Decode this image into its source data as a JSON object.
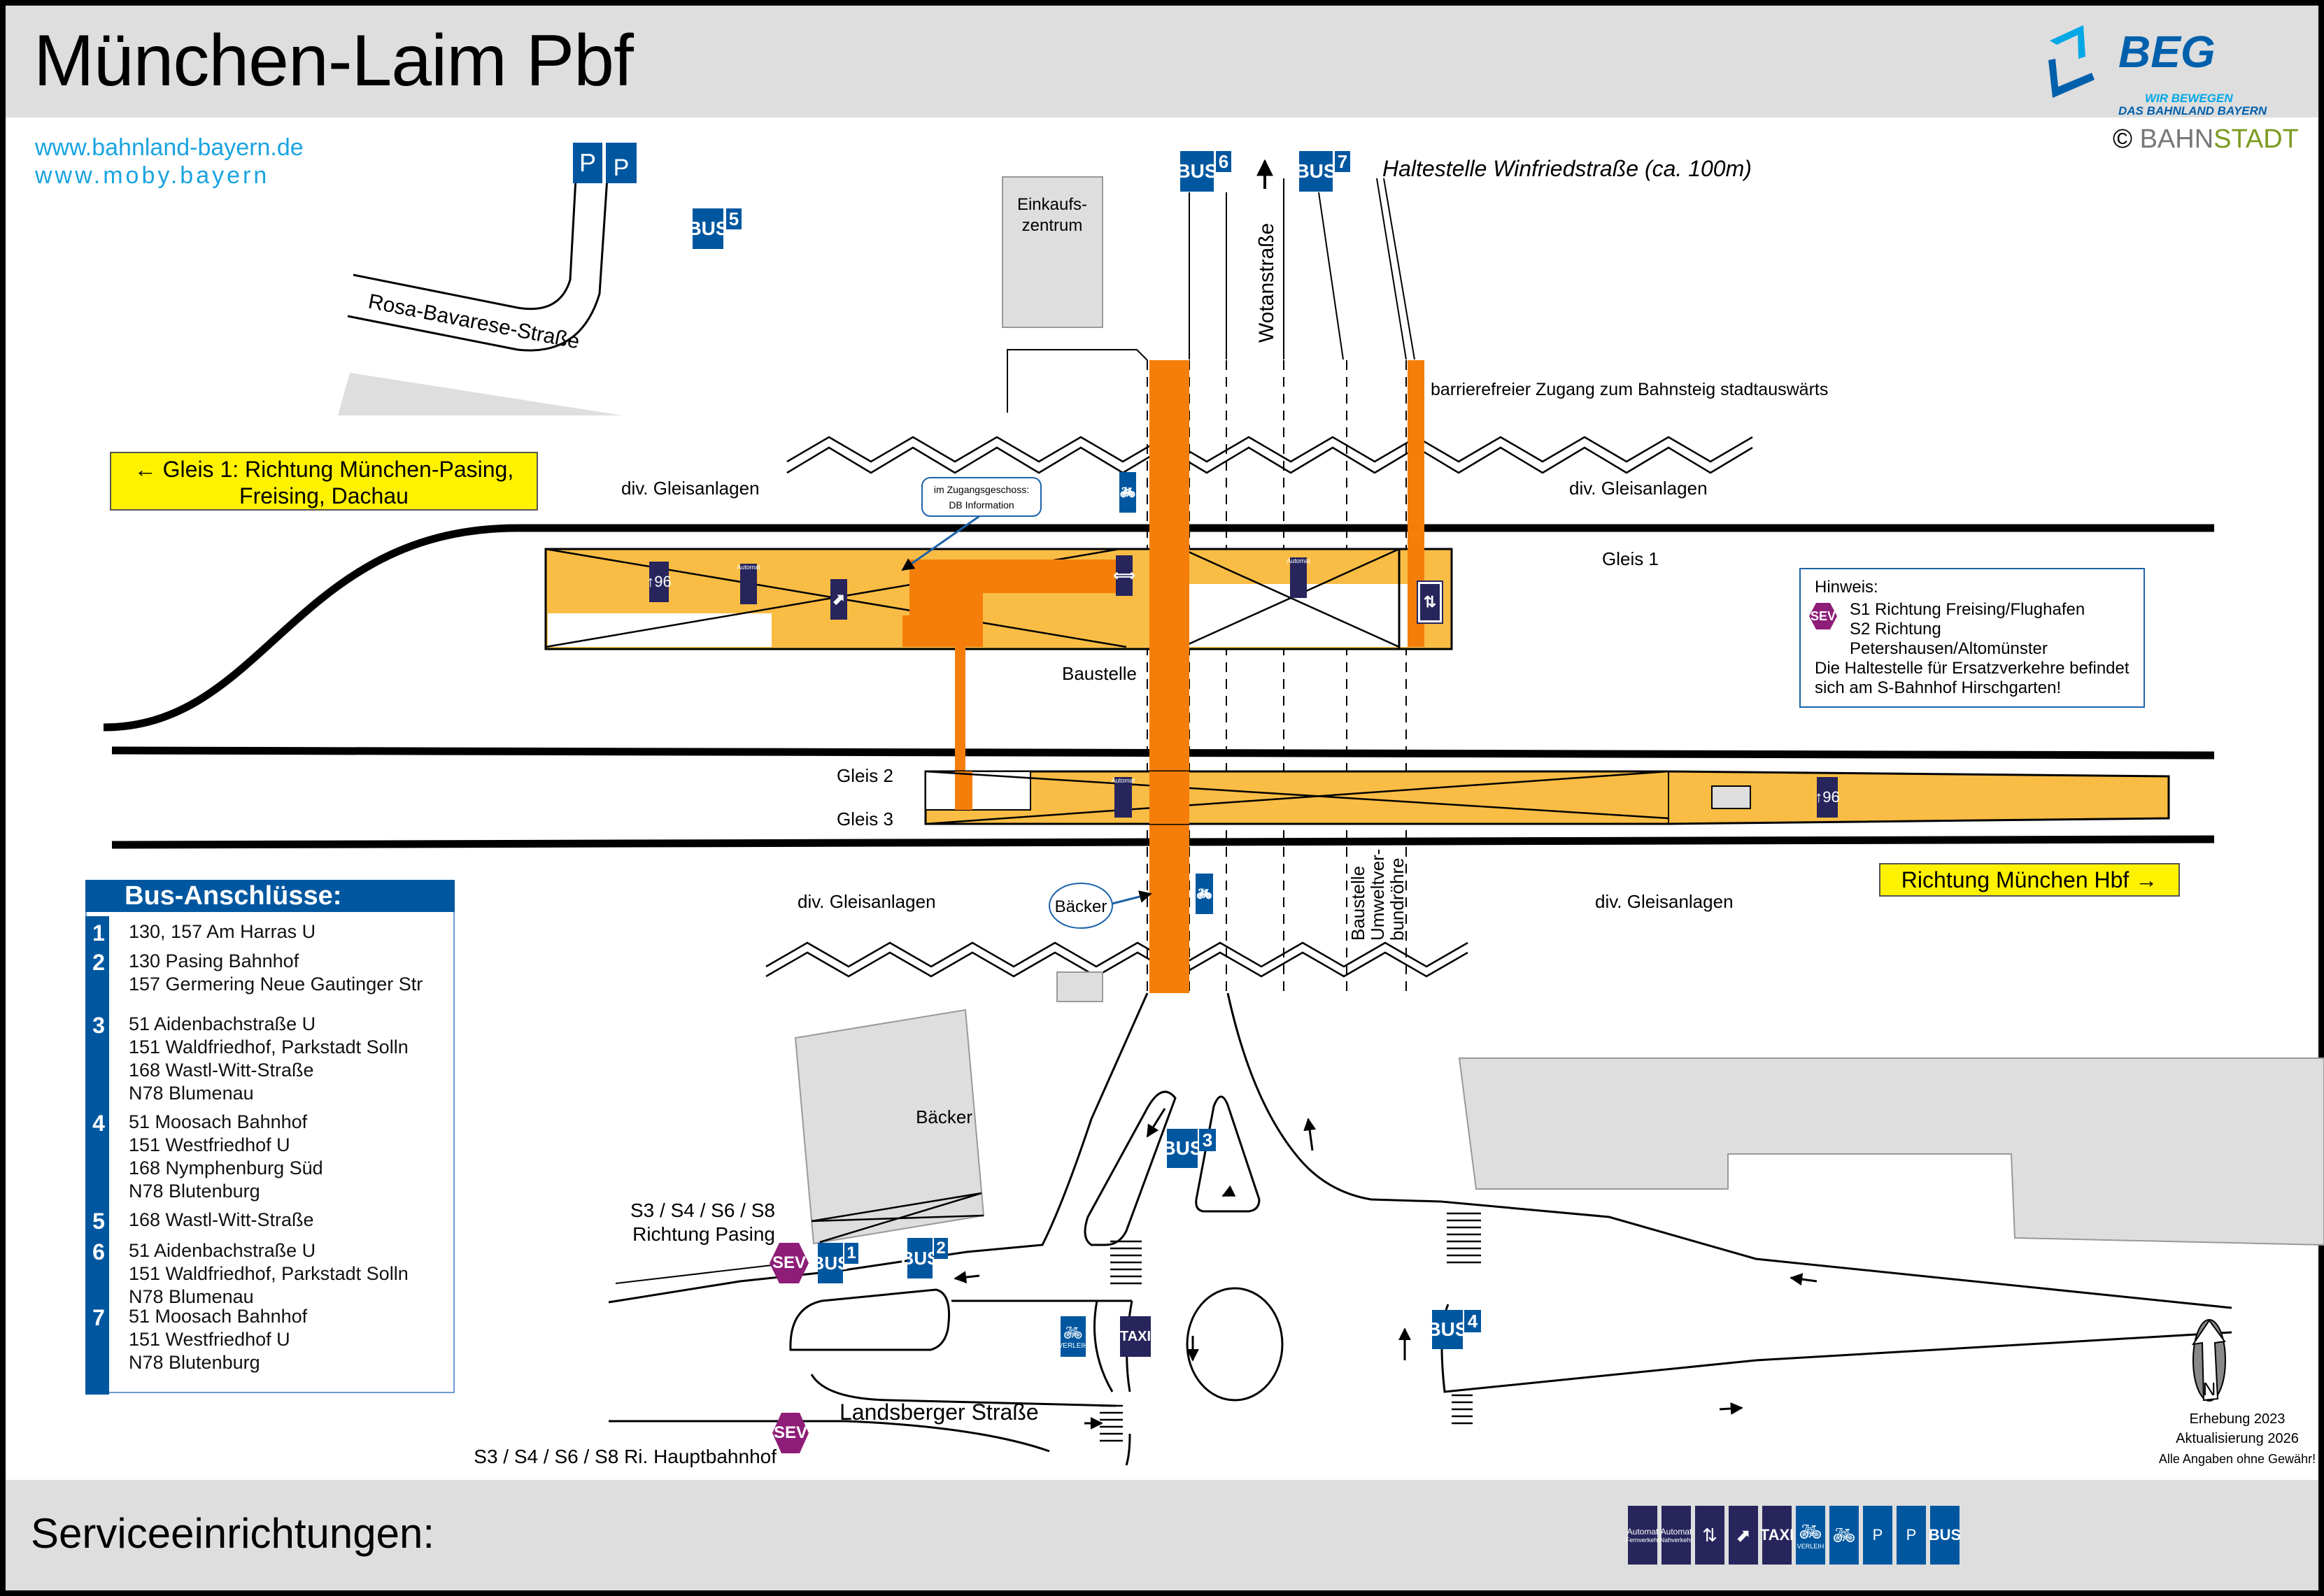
{
  "header": {
    "title": "München-Laim Pbf",
    "links": [
      "www.bahnland-bayern.de",
      "www.moby.bayern"
    ],
    "logo": {
      "name": "BEG",
      "slogan_line1": "WIR BEWEGEN",
      "slogan_line2": "DAS BAHNLAND BAYERN",
      "color_light": "#00a8e6",
      "color_dark": "#0060ac"
    },
    "copyright": {
      "symbol": "©",
      "part1": "BAHN",
      "part2": "STADT",
      "color_part1": "#777777",
      "color_part2": "#7a9b1f"
    }
  },
  "colors": {
    "platform": "#f9bd45",
    "access_path": "#f57e0a",
    "sign_blue": "#0057a0",
    "sign_navy": "#27255c",
    "sev_purple": "#8e1d78",
    "direction_yellow": "#fff200",
    "building_gray": "#dedede"
  },
  "map": {
    "streets": {
      "rosa_bavarese": "Rosa-Bavarese-Straße",
      "wotanstrasse": "Wotanstraße",
      "landsberger": "Landsberger Straße"
    },
    "winfriedstrasse_stop": "Haltestelle Winfriedstraße (ca. 100m)",
    "einkaufszentrum": [
      "Einkaufs-",
      "zentrum"
    ],
    "barrier_free_access": "barrierefreier Zugang zum Bahnsteig stadtauswärts",
    "div_gleisanlagen": "div. Gleisanlagen",
    "gleis1": "Gleis 1",
    "gleis2": "Gleis 2",
    "gleis3": "Gleis 3",
    "baustelle": "Baustelle",
    "baustelle_umweltverbund": [
      "Baustelle",
      "Umweltver-",
      "bundröhre"
    ],
    "db_info_callout": [
      "im Zugangsgeschoss:",
      "DB Information"
    ],
    "baecker_callout": "Bäcker",
    "baecker_building": "Bäcker",
    "direction_west": {
      "arrow": "←",
      "line1": "Gleis 1: Richtung München-Pasing,",
      "line2": "Freising, Dachau"
    },
    "direction_east": {
      "text": "Richtung München Hbf",
      "arrow": "→"
    },
    "sev_pasing": [
      "S3 / S4 / S6 / S8",
      "Richtung Pasing"
    ],
    "sev_hbf": "S3 / S4 / S6 / S8 Ri. Hauptbahnhof",
    "platform_height_label": "96",
    "automat_label": "Automat",
    "sev_label": "SEV",
    "bus_label": "BUS",
    "taxi_label": "TAXI",
    "verleih_label": "VERLEIH",
    "parking_label": "P",
    "bus_stops": [
      "1",
      "2",
      "3",
      "4",
      "5",
      "6",
      "7"
    ],
    "north_label": "N",
    "survey": {
      "line1": "Erhebung 2023",
      "line2": "Aktualisierung 2026",
      "line3": "Alle Angaben ohne Gewähr!"
    }
  },
  "hinweis": {
    "title": "Hinweis:",
    "sev_lines": [
      "S1 Richtung Freising/Flughafen",
      "S2 Richtung Petershausen/Altomünster"
    ],
    "note_lines": [
      "Die Haltestelle für Ersatzverkehre befindet",
      "sich am S-Bahnhof Hirschgarten!"
    ]
  },
  "bus_connections": {
    "title": "Bus-Anschlüsse:",
    "stops": [
      {
        "number": "1",
        "lines": [
          "130, 157 Am Harras U"
        ]
      },
      {
        "number": "2",
        "lines": [
          "130 Pasing Bahnhof",
          "157 Germering Neue Gautinger Str"
        ]
      },
      {
        "number": "3",
        "lines": [
          "51 Aidenbachstraße U",
          "151 Waldfriedhof, Parkstadt Solln",
          "168 Wastl-Witt-Straße",
          "N78 Blumenau"
        ]
      },
      {
        "number": "4",
        "lines": [
          "51 Moosach Bahnhof",
          "151 Westfriedhof U",
          "168 Nymphenburg Süd",
          "N78 Blutenburg"
        ]
      },
      {
        "number": "5",
        "lines": [
          "168 Wastl-Witt-Straße"
        ]
      },
      {
        "number": "6",
        "lines": [
          "51 Aidenbachstraße U",
          "151 Waldfriedhof, Parkstadt Solln",
          "N78 Blumenau"
        ]
      },
      {
        "number": "7",
        "lines": [
          "51 Moosach Bahnhof",
          "151 Westfriedhof U",
          "N78 Blutenburg"
        ]
      }
    ]
  },
  "footer": {
    "label": "Serviceeinrichtungen:",
    "services": [
      {
        "icon": "ticket-machine-long-distance-icon",
        "top": "Automat",
        "bottom": "Fernverkehr",
        "color": "navy"
      },
      {
        "icon": "ticket-machine-regional-icon",
        "top": "Automat",
        "bottom": "Nahverkehr",
        "color": "navy"
      },
      {
        "icon": "elevator-icon",
        "top": "",
        "bottom": "",
        "color": "navy"
      },
      {
        "icon": "escalator-icon",
        "top": "",
        "bottom": "",
        "color": "navy"
      },
      {
        "icon": "taxi-icon",
        "top": "TAXI",
        "bottom": "",
        "color": "navy"
      },
      {
        "icon": "bike-rental-icon",
        "top": "",
        "bottom": "VERLEIH",
        "color": "blue"
      },
      {
        "icon": "bike-parking-icon",
        "top": "",
        "bottom": "",
        "color": "blue"
      },
      {
        "icon": "parking-icon",
        "top": "P",
        "bottom": "",
        "color": "blue"
      },
      {
        "icon": "ev-charging-parking-icon",
        "top": "P",
        "bottom": "",
        "color": "blue"
      },
      {
        "icon": "bus-icon",
        "top": "BUS",
        "bottom": "",
        "color": "blue"
      }
    ]
  }
}
